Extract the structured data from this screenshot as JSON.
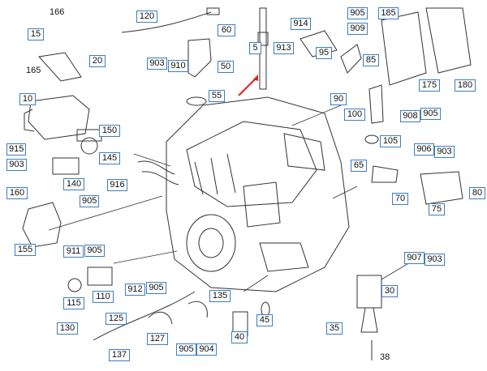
{
  "diagram": {
    "title": "",
    "callouts": {
      "c10": "10",
      "c15": "15",
      "c20": "20",
      "c30": "30",
      "c35": "35",
      "c38": "38",
      "c40": "40",
      "c45": "45",
      "c5": "5",
      "c50": "50",
      "c55": "55",
      "c60": "60",
      "c65": "65",
      "c70": "70",
      "c75": "75",
      "c80": "80",
      "c85": "85",
      "c90": "90",
      "c95": "95",
      "c100": "100",
      "c105": "105",
      "c110": "110",
      "c115": "115",
      "c120": "120",
      "c125": "125",
      "c127": "127",
      "c130": "130",
      "c135": "135",
      "c137": "137",
      "c140": "140",
      "c145": "145",
      "c150": "150",
      "c155": "155",
      "c160": "160",
      "c165": "165",
      "c166": "166",
      "c175": "175",
      "c180": "180",
      "c185": "185",
      "c903a": "903",
      "c903b": "903",
      "c903c": "903",
      "c903d": "903",
      "c904": "904",
      "c905a": "905",
      "c905b": "905",
      "c905c": "905",
      "c905d": "905",
      "c905e": "905",
      "c905f": "905",
      "c906": "906",
      "c907": "907",
      "c908": "908",
      "c909": "909",
      "c910": "910",
      "c911": "911",
      "c912": "912",
      "c913": "913",
      "c914": "914",
      "c915": "915",
      "c916": "916"
    },
    "colors": {
      "callout_border": "#3a7fc3",
      "arrow": "#e02020",
      "line_art": "#333333"
    }
  }
}
